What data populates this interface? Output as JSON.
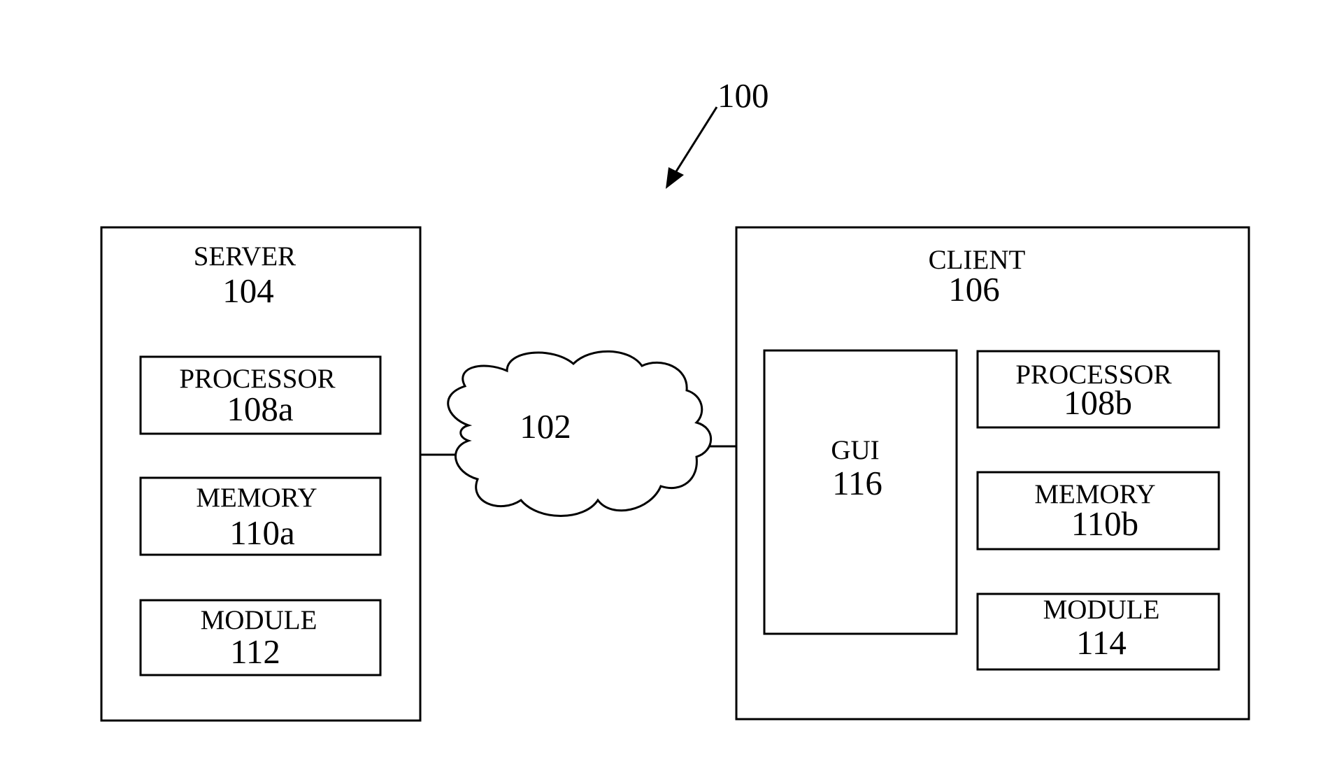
{
  "figure_ref": "100",
  "network": {
    "ref": "102"
  },
  "server": {
    "title": "SERVER",
    "ref": "104",
    "processor": {
      "title": "PROCESSOR",
      "ref": "108a"
    },
    "memory": {
      "title": "MEMORY",
      "ref": "110a"
    },
    "module": {
      "title": "MODULE",
      "ref": "112"
    }
  },
  "client": {
    "title": "CLIENT",
    "ref": "106",
    "gui": {
      "title": "GUI",
      "ref": "116"
    },
    "processor": {
      "title": "PROCESSOR",
      "ref": "108b"
    },
    "memory": {
      "title": "MEMORY",
      "ref": "110b"
    },
    "module": {
      "title": "MODULE",
      "ref": "114"
    }
  }
}
